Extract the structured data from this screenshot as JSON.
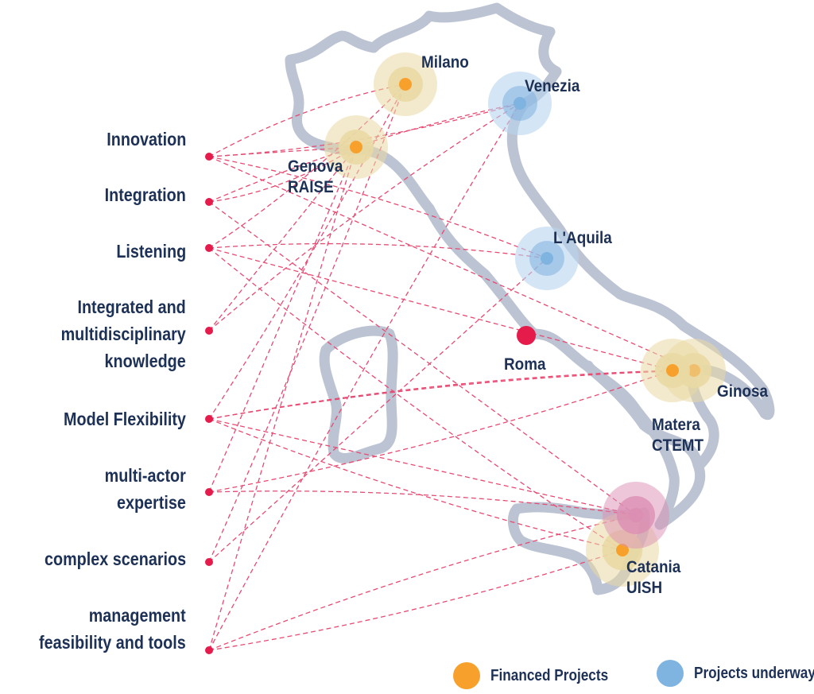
{
  "colors": {
    "financed": "#f7a12c",
    "financed_halo": "#e9d9a4",
    "underway": "#7fb3e0",
    "underway_halo": "#b7d3ee",
    "hub": "#e41b4b",
    "hub_halo": "#dc8fb3",
    "link": "#e84a72",
    "coast": "#bcc3d3",
    "text": "#1d3157"
  },
  "concepts": [
    {
      "id": "innovation",
      "label": "Innovation"
    },
    {
      "id": "integration",
      "label": "Integration"
    },
    {
      "id": "listening",
      "label": "Listening"
    },
    {
      "id": "knowledge",
      "line1": "Integrated and",
      "line2": "multidisciplinary",
      "line3": "knowledge"
    },
    {
      "id": "flexibility",
      "label": "Model Flexibility"
    },
    {
      "id": "expertise",
      "line1": "multi-actor",
      "line2": "expertise"
    },
    {
      "id": "scenarios",
      "label": "complex scenarios"
    },
    {
      "id": "management",
      "line1": "management",
      "line2": "feasibility and tools"
    }
  ],
  "cities": [
    {
      "id": "milano",
      "name": "Milano",
      "status": "financed"
    },
    {
      "id": "venezia",
      "name": "Venezia",
      "status": "underway"
    },
    {
      "id": "genova",
      "name": "Genova",
      "project": "RAISE",
      "status": "financed"
    },
    {
      "id": "laquila",
      "name": "L'Aquila",
      "status": "underway"
    },
    {
      "id": "roma",
      "name": "Roma",
      "status": "hub"
    },
    {
      "id": "ginosa",
      "name": "Ginosa",
      "status": "financed"
    },
    {
      "id": "matera",
      "name": "Matera",
      "project": "CTEMT",
      "status": "financed"
    },
    {
      "id": "catania",
      "name": "Catania",
      "project": "UISH",
      "status": "financed"
    },
    {
      "id": "calabria",
      "status": "hub"
    }
  ],
  "legend": {
    "financed": "Financed Projects",
    "underway": "Projects underway"
  }
}
